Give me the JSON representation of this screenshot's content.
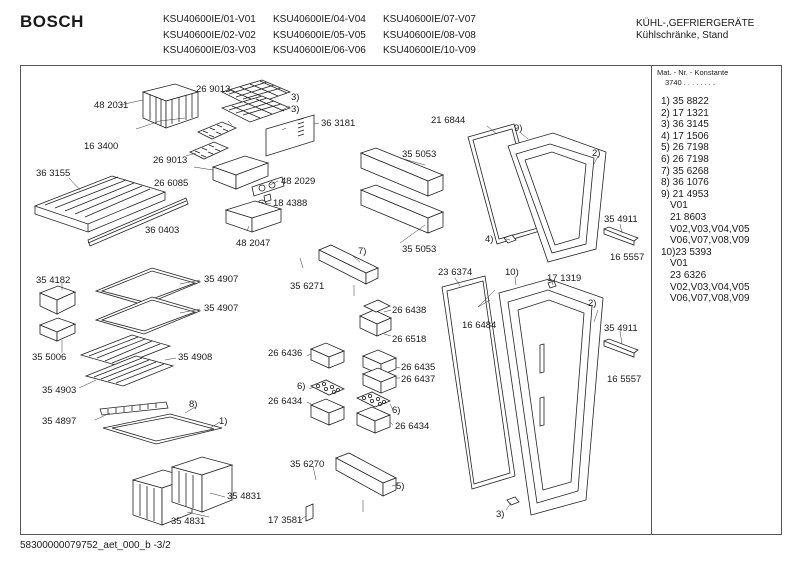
{
  "header": {
    "brand": "BOSCH",
    "models_col1": [
      "KSU40600IE/01-V01",
      "KSU40600IE/02-V02",
      "KSU40600IE/03-V03"
    ],
    "models_col2": [
      "KSU40600IE/04-V04",
      "KSU40600IE/05-V05",
      "KSU40600IE/06-V06"
    ],
    "models_col3": [
      "KSU40600IE/07-V07",
      "KSU40600IE/08-V08",
      "KSU40600IE/10-V09"
    ],
    "category_line1": "KÜHL-,GEFRIERGERÄTE",
    "category_line2": "Kühlschränke, Stand"
  },
  "side_panel": {
    "header": "Mat. - Nr. - Konstante",
    "constant": "3740 . . . . . . . .",
    "parts": [
      "1) 35 8822",
      "2) 17 1321",
      "3) 36 3145",
      "4) 17 1506",
      "5) 26 7198",
      "6) 26 7198",
      "7) 35 6268",
      "8) 36 1076",
      "9) 21 4953",
      "V01",
      "21 8603",
      "V02,V03,V04,V05",
      "V06,V07,V08,V09",
      "10)23 5393",
      "V01",
      "23 6326",
      "V02,V03,V04,V05",
      "V06,V07,V08,V09"
    ]
  },
  "labels": {
    "p482031": "48 2031",
    "p269013a": "26 9013",
    "p269013b": "26 9013",
    "p163400": "16 3400",
    "n3a": "3)",
    "n3b": "3)",
    "p363181": "36 3181",
    "p363155": "36 3155",
    "p266085": "26 6085",
    "p482029": "48 2029",
    "p184388": "18 4388",
    "p360403": "36 0403",
    "p482047": "48 2047",
    "p216844": "21 6844",
    "n9": "9)",
    "n2a": "2)",
    "p355053a": "35 5053",
    "p355053b": "35 5053",
    "n4": "4)",
    "p354911a": "35 4911",
    "p165557a": "16 5557",
    "p354182": "35 4182",
    "p354907a": "35 4907",
    "p354907b": "35 4907",
    "p355006": "35 5006",
    "p354908": "35 4908",
    "p354903": "35 4903",
    "p354897": "35 4897",
    "n8": "8)",
    "n1": "1)",
    "p354831a": "35 4831",
    "p354831b": "35 4831",
    "n7": "7)",
    "p356271": "35 6271",
    "p266438": "26 6438",
    "p266518": "26 6518",
    "p266436": "26 6436",
    "p266435": "26 6435",
    "p266437": "26 6437",
    "n6a": "6)",
    "n6b": "6)",
    "p266434a": "26 6434",
    "p266434b": "26 6434",
    "p356270": "35 6270",
    "n5": "5)",
    "p173581": "17 3581",
    "p236374": "23 6374",
    "n10": "10)",
    "p171319": "17 1319",
    "p166484": "16 6484",
    "n2b": "2)",
    "p354911b": "35 4911",
    "p165557b": "16 5557",
    "n3c": "3)"
  },
  "footer": "58300000079752_aet_000_b -3/2"
}
